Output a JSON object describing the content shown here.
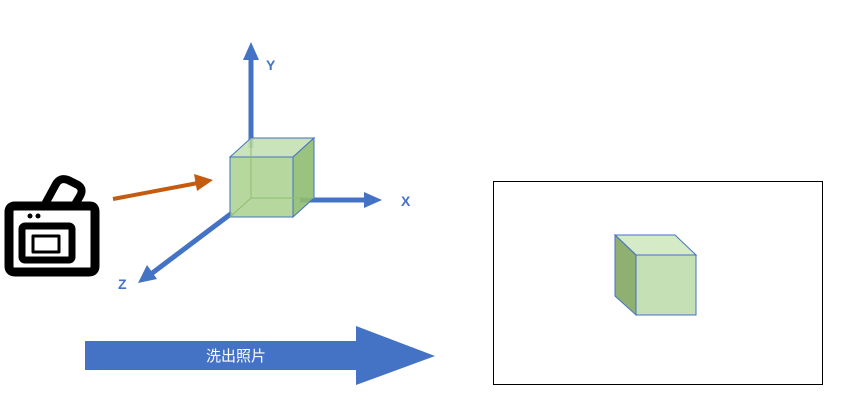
{
  "axes": {
    "x_label": "X",
    "y_label": "Y",
    "z_label": "Z"
  },
  "process_arrow": {
    "label": "洗出照片"
  },
  "icons": {
    "camera": "camera-icon"
  },
  "colors": {
    "axis": "#4472C4",
    "light_ray": "#C55A11",
    "cube_front": "#A9D18E",
    "cube_top": "#C5E0B4",
    "cube_side": "#8FBC71",
    "cube_edge": "#4472C4",
    "process_arrow": "#4472C4",
    "photo_frame": "#000000"
  }
}
